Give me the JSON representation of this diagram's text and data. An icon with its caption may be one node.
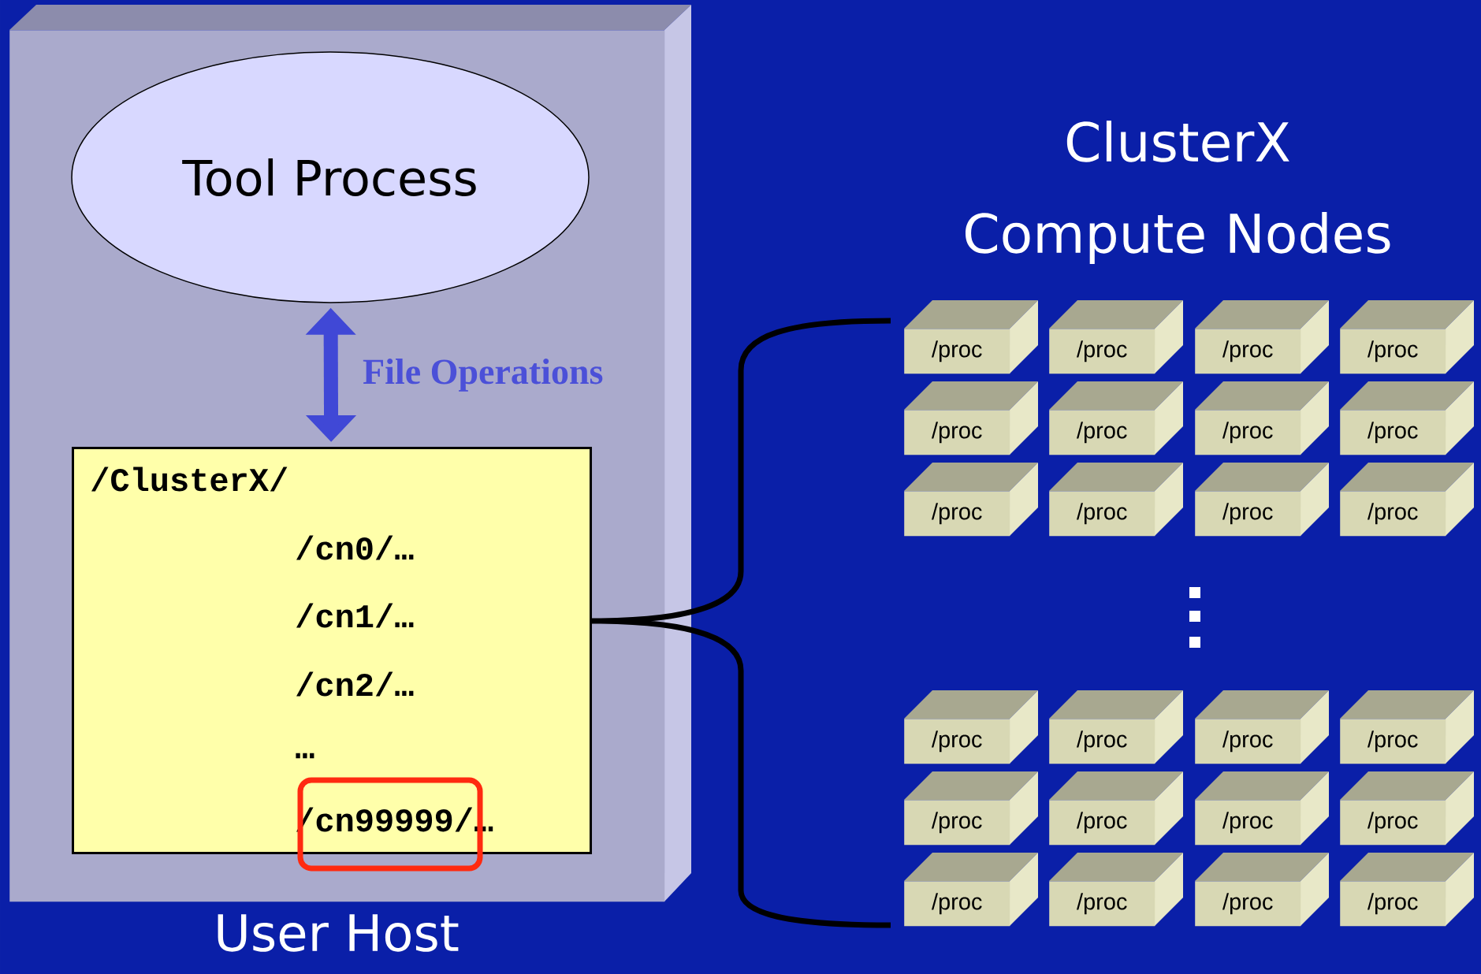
{
  "diagram": {
    "nodes": [
      {
        "text": [
          "User Host"
        ]
      },
      {
        "text": [
          "Tool Process"
        ],
        "in": 0
      },
      {
        "text": [
          "/ClusterX/",
          "/cn0/…",
          "/cn1/…",
          "/cn2/…",
          "…",
          "/cn99999/…"
        ],
        "in": 0
      },
      {
        "text": [
          "/proc"
        ]
      },
      {
        "text": [
          "/proc"
        ]
      },
      {
        "text": [
          "/proc"
        ]
      },
      {
        "text": [
          "/proc"
        ]
      },
      {
        "text": [
          "/proc"
        ]
      },
      {
        "text": [
          "/proc"
        ]
      },
      {
        "text": [
          "/proc"
        ]
      },
      {
        "text": [
          "/proc"
        ]
      },
      {
        "text": [
          "/proc"
        ]
      },
      {
        "text": [
          "/proc"
        ]
      },
      {
        "text": [
          "/proc"
        ]
      },
      {
        "text": [
          "/proc"
        ]
      },
      {
        "text": [
          "/proc"
        ]
      },
      {
        "text": [
          "/proc"
        ]
      },
      {
        "text": [
          "/proc"
        ]
      },
      {
        "text": [
          "/proc"
        ]
      },
      {
        "text": [
          "/proc"
        ]
      },
      {
        "text": [
          "/proc"
        ]
      },
      {
        "text": [
          "/proc"
        ]
      },
      {
        "text": [
          "/proc"
        ]
      },
      {
        "text": [
          "/proc"
        ]
      },
      {
        "text": [
          "/proc"
        ]
      },
      {
        "text": [
          "/proc"
        ]
      },
      {
        "text": [
          "/proc"
        ]
      }
    ],
    "edges": [
      {
        "from": 1,
        "to": 2,
        "arrow": "both",
        "label": "File Operations"
      }
    ],
    "labels": [
      "ClusterX Compute Nodes"
    ]
  }
}
